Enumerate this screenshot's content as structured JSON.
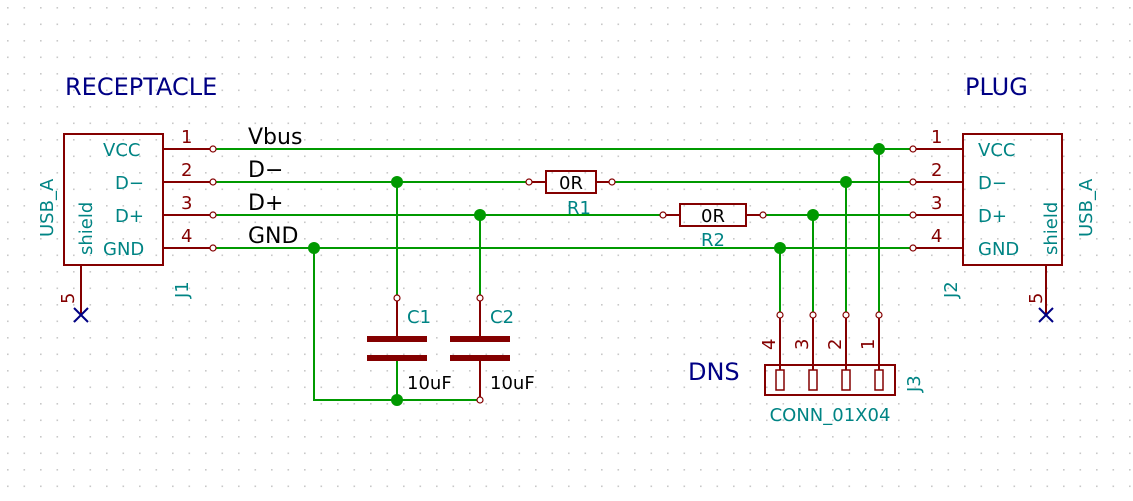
{
  "colors": {
    "wire": "#009900",
    "body": "#840000",
    "ref_text": "#008484",
    "title_text": "#000084",
    "no_connect": "#000084",
    "grid_dot": "#c8c8c8"
  },
  "titles": {
    "receptacle": "RECEPTACLE",
    "plug": "PLUG",
    "dns": "DNS"
  },
  "j1": {
    "ref": "J1",
    "value": "USB_A",
    "shield_label": "shield",
    "shield_pin": "5",
    "pins": [
      {
        "num": "1",
        "name": "VCC"
      },
      {
        "num": "2",
        "name": "D−"
      },
      {
        "num": "3",
        "name": "D+"
      },
      {
        "num": "4",
        "name": "GND"
      }
    ]
  },
  "j2": {
    "ref": "J2",
    "value": "USB_A",
    "shield_label": "shield",
    "shield_pin": "5",
    "pins": [
      {
        "num": "1",
        "name": "VCC"
      },
      {
        "num": "2",
        "name": "D−"
      },
      {
        "num": "3",
        "name": "D+"
      },
      {
        "num": "4",
        "name": "GND"
      }
    ]
  },
  "nets": {
    "vbus": "Vbus",
    "dminus": "D−",
    "dplus": "D+",
    "gnd": "GND"
  },
  "r1": {
    "ref": "R1",
    "value": "0R"
  },
  "r2": {
    "ref": "R2",
    "value": "0R"
  },
  "c1": {
    "ref": "C1",
    "value": "10uF"
  },
  "c2": {
    "ref": "C2",
    "value": "10uF"
  },
  "j3": {
    "ref": "J3",
    "value": "CONN_01X04",
    "pins": [
      "4",
      "3",
      "2",
      "1"
    ]
  }
}
